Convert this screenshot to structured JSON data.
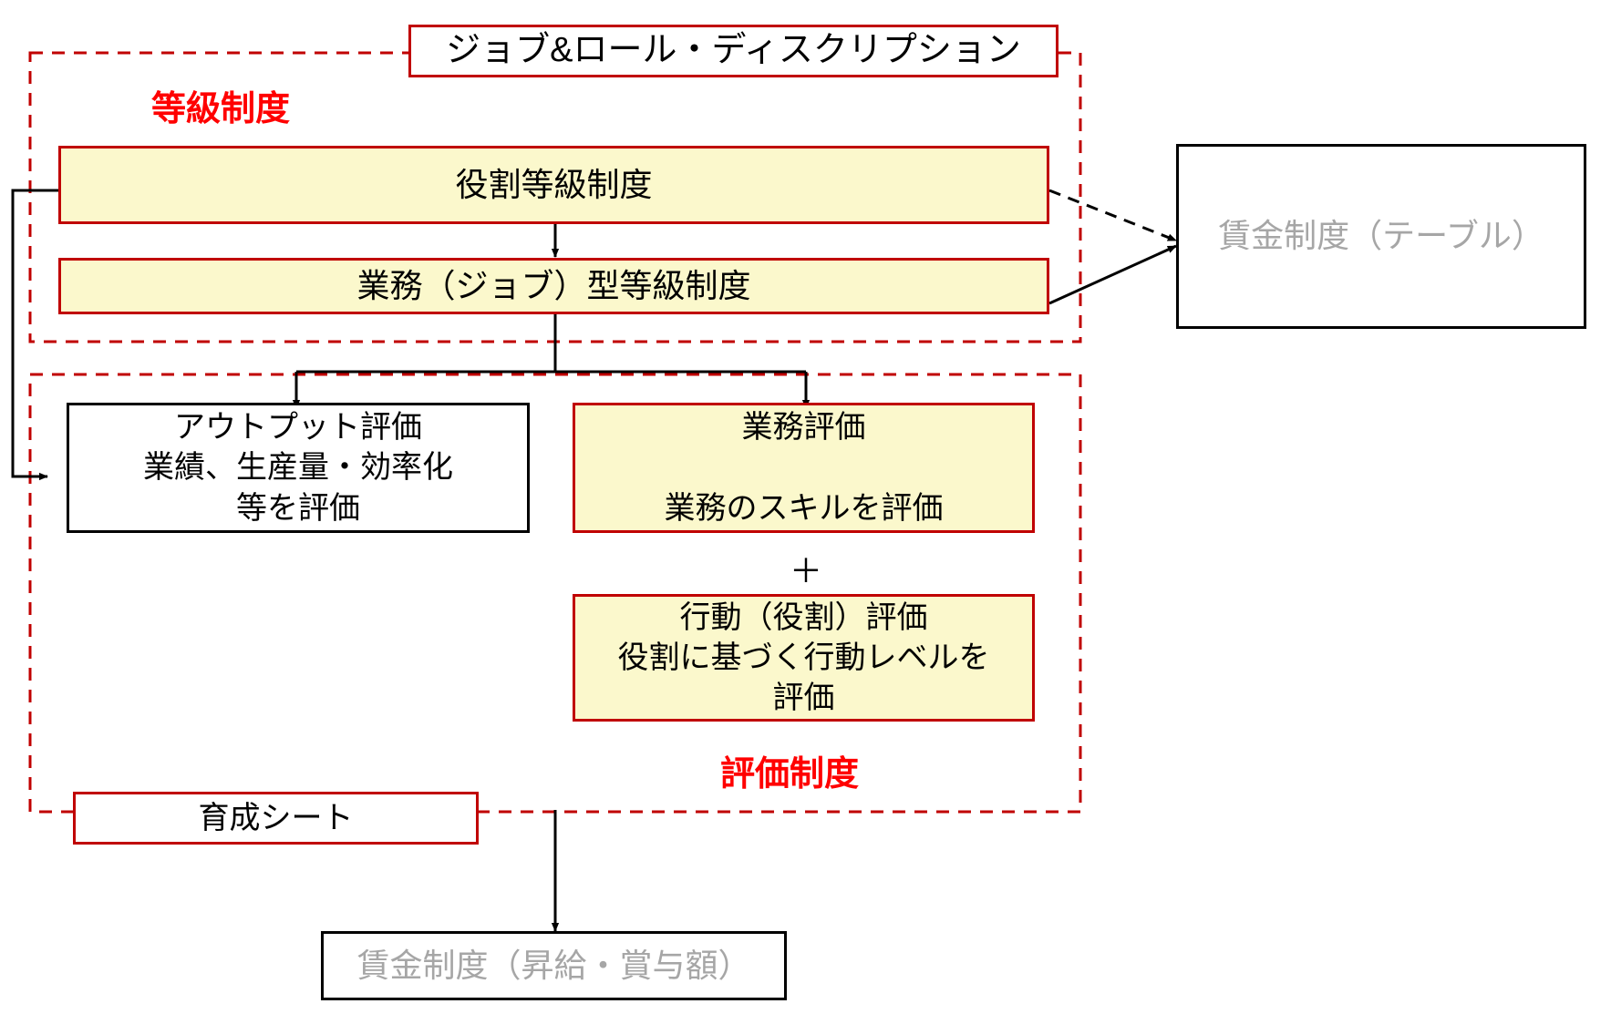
{
  "diagram": {
    "title_box": {
      "label": "ジョブ&ロール・ディスクリプション"
    },
    "grading_system": {
      "section_label": "等級制度",
      "boxes": [
        {
          "label": "役割等級制度"
        },
        {
          "label": "業務（ジョブ）型等級制度"
        }
      ]
    },
    "evaluation_system": {
      "section_label": "評価制度",
      "output_box": {
        "line1": "アウトプット評価",
        "line2": "業績、生産量・効率化",
        "line3": "等を評価",
        "text": "アウトプット評価\n業績、生産量・効率化\n等を評価"
      },
      "task_box": {
        "line1": "業務評価",
        "line2": "業務のスキルを評価",
        "text": "業務評価\n\n業務のスキルを評価"
      },
      "operator": "＋",
      "behavior_box": {
        "line1": "行動（役割）評価",
        "line2": "役割に基づく行動レベルを",
        "line3": "評価",
        "text": "行動（役割）評価\n役割に基づく行動レベルを\n評価"
      },
      "development_sheet": {
        "label": "育成シート"
      }
    },
    "wage_table_box": {
      "label": "賃金制度（テーブル）"
    },
    "wage_amount_box": {
      "label": "賃金制度（昇給・賞与額）"
    }
  },
  "colors": {
    "accent_red": "#c00000",
    "label_red": "#ff0000",
    "yellow_fill": "#fbf8cc",
    "gray_text": "#a6a6a6",
    "black": "#000000"
  }
}
